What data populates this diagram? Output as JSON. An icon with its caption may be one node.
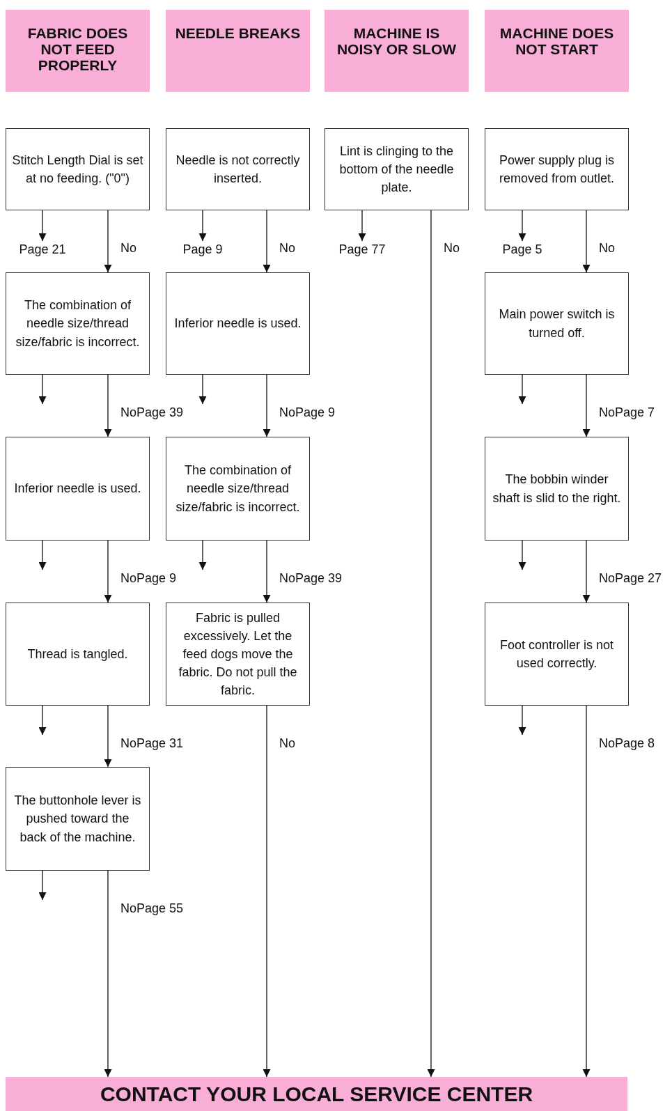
{
  "diagram": {
    "nodes": [
      {
        "text": [
          "FABRIC DOES NOT FEED PROPERLY"
        ]
      },
      {
        "text": [
          "NEEDLE BREAKS"
        ]
      },
      {
        "text": [
          "MACHINE IS NOISY OR SLOW"
        ]
      },
      {
        "text": [
          "MACHINE DOES NOT START"
        ]
      },
      {
        "text": [
          "Stitch Length Dial is set at no feeding. (\"0\")"
        ]
      },
      {
        "text": [
          "Needle is not correctly inserted."
        ]
      },
      {
        "text": [
          "Lint is clinging to the bottom of the needle plate."
        ]
      },
      {
        "text": [
          "Power supply plug is removed from outlet."
        ]
      },
      {
        "text": [
          "The combination of needle size/thread size/fabric is incorrect."
        ]
      },
      {
        "text": [
          "Inferior needle is used."
        ]
      },
      {
        "text": [
          "Main power switch is turned off."
        ]
      },
      {
        "text": [
          "Inferior needle is used."
        ]
      },
      {
        "text": [
          "The combination of needle size/thread size/fabric is incorrect."
        ]
      },
      {
        "text": [
          "The bobbin winder shaft is slid to the right."
        ]
      },
      {
        "text": [
          "Thread is tangled."
        ]
      },
      {
        "text": [
          "Fabric is pulled excessively. Let the feed dogs move the fabric. Do not pull the fabric."
        ]
      },
      {
        "text": [
          "Foot controller is not used correctly."
        ]
      },
      {
        "text": [
          "The buttonhole lever is pushed toward the back of the machine."
        ]
      },
      {
        "text": [
          "CONTACT YOUR LOCAL SERVICE CENTER"
        ]
      },
      {
        "text": [
          "Page 21"
        ]
      },
      {
        "text": [
          "Page 9"
        ]
      },
      {
        "text": [
          "Page 77"
        ]
      },
      {
        "text": [
          "Page 5"
        ]
      }
    ],
    "edges": [
      {
        "from": 4,
        "to": 19,
        "arrow": "to"
      },
      {
        "from": 4,
        "to": 8,
        "arrow": "to",
        "label": "No"
      },
      {
        "from": 5,
        "to": 20,
        "arrow": "to"
      },
      {
        "from": 5,
        "to": 9,
        "arrow": "to",
        "label": "No"
      },
      {
        "from": 6,
        "to": 21,
        "arrow": "to"
      },
      {
        "from": 6,
        "to": 18,
        "arrow": "to",
        "label": "No"
      },
      {
        "from": 7,
        "to": 22,
        "arrow": "to"
      },
      {
        "from": 7,
        "to": 10,
        "arrow": "to",
        "label": "No"
      },
      {
        "from": 8,
        "to": null,
        "arrow": "to"
      },
      {
        "from": 8,
        "to": 11,
        "arrow": "to",
        "label": "NoPage 39"
      },
      {
        "from": 9,
        "to": null,
        "arrow": "to"
      },
      {
        "from": 9,
        "to": 12,
        "arrow": "to",
        "label": "NoPage 9"
      },
      {
        "from": 10,
        "to": null,
        "arrow": "to"
      },
      {
        "from": 10,
        "to": 13,
        "arrow": "to",
        "label": "NoPage 7"
      },
      {
        "from": 11,
        "to": null,
        "arrow": "to"
      },
      {
        "from": 11,
        "to": 14,
        "arrow": "to",
        "label": "NoPage 9"
      },
      {
        "from": 12,
        "to": null,
        "arrow": "to"
      },
      {
        "from": 12,
        "to": 15,
        "arrow": "to",
        "label": "NoPage 39"
      },
      {
        "from": 13,
        "to": null,
        "arrow": "to"
      },
      {
        "from": 13,
        "to": 16,
        "arrow": "to",
        "label": "NoPage 27"
      },
      {
        "from": 14,
        "to": null,
        "arrow": "to"
      },
      {
        "from": 14,
        "to": 17,
        "arrow": "to",
        "label": "NoPage 31"
      },
      {
        "from": 15,
        "to": 18,
        "arrow": "to",
        "label": "No"
      },
      {
        "from": 16,
        "to": null,
        "arrow": "to"
      },
      {
        "from": 16,
        "to": 18,
        "arrow": "to",
        "label": "NoPage 8"
      },
      {
        "from": 17,
        "to": null,
        "arrow": "to"
      },
      {
        "from": 17,
        "to": 18,
        "arrow": "to",
        "label": "NoPage 55"
      }
    ]
  }
}
